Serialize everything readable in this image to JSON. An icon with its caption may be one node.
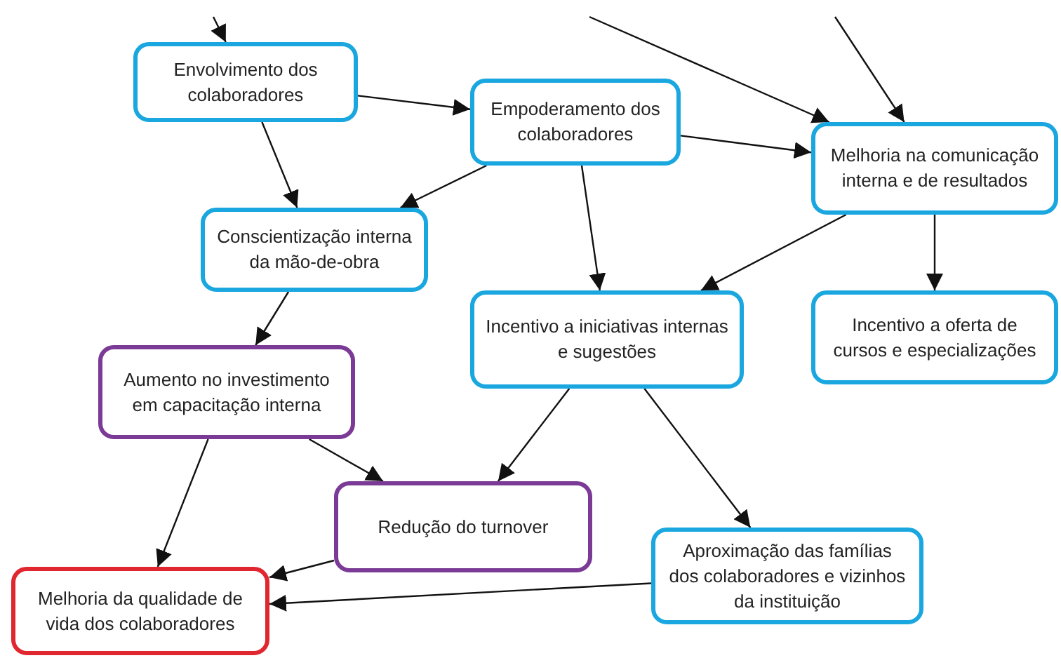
{
  "diagram": {
    "nodes": [
      {
        "text": [
          "Envolvimento dos colaboradores"
        ]
      },
      {
        "text": [
          "Empoderamento dos colaboradores"
        ]
      },
      {
        "text": [
          "Melhoria na comunicação interna e de resultados"
        ]
      },
      {
        "text": [
          "Conscientização interna da mão-de-obra"
        ]
      },
      {
        "text": [
          "Incentivo a iniciativas internas e sugestões"
        ]
      },
      {
        "text": [
          "Incentivo a oferta de cursos e especializações"
        ]
      },
      {
        "text": [
          "Aumento no investimento em capacitação interna"
        ]
      },
      {
        "text": [
          "Redução do turnover"
        ]
      },
      {
        "text": [
          "Aproximação das famílias dos colaboradores e vizinhos da instituição"
        ]
      },
      {
        "text": [
          "Melhoria da qualidade de vida dos colaboradores"
        ]
      }
    ],
    "edges": [
      {
        "from": null,
        "to": 0,
        "arrow": "to"
      },
      {
        "from": 0,
        "to": 1,
        "arrow": "to"
      },
      {
        "from": 0,
        "to": 3,
        "arrow": "to"
      },
      {
        "from": null,
        "to": 2,
        "arrow": "to"
      },
      {
        "from": null,
        "to": 2,
        "arrow": "to"
      },
      {
        "from": 1,
        "to": 2,
        "arrow": "to"
      },
      {
        "from": 1,
        "to": 3,
        "arrow": "to"
      },
      {
        "from": 1,
        "to": 4,
        "arrow": "to"
      },
      {
        "from": 2,
        "to": 4,
        "arrow": "to"
      },
      {
        "from": 2,
        "to": 5,
        "arrow": "to"
      },
      {
        "from": 3,
        "to": 6,
        "arrow": "to"
      },
      {
        "from": 6,
        "to": 9,
        "arrow": "to"
      },
      {
        "from": 6,
        "to": 7,
        "arrow": "to"
      },
      {
        "from": 4,
        "to": 7,
        "arrow": "to"
      },
      {
        "from": 4,
        "to": 8,
        "arrow": "to"
      },
      {
        "from": 7,
        "to": 9,
        "arrow": "to"
      },
      {
        "from": 8,
        "to": 9,
        "arrow": "to"
      }
    ]
  }
}
